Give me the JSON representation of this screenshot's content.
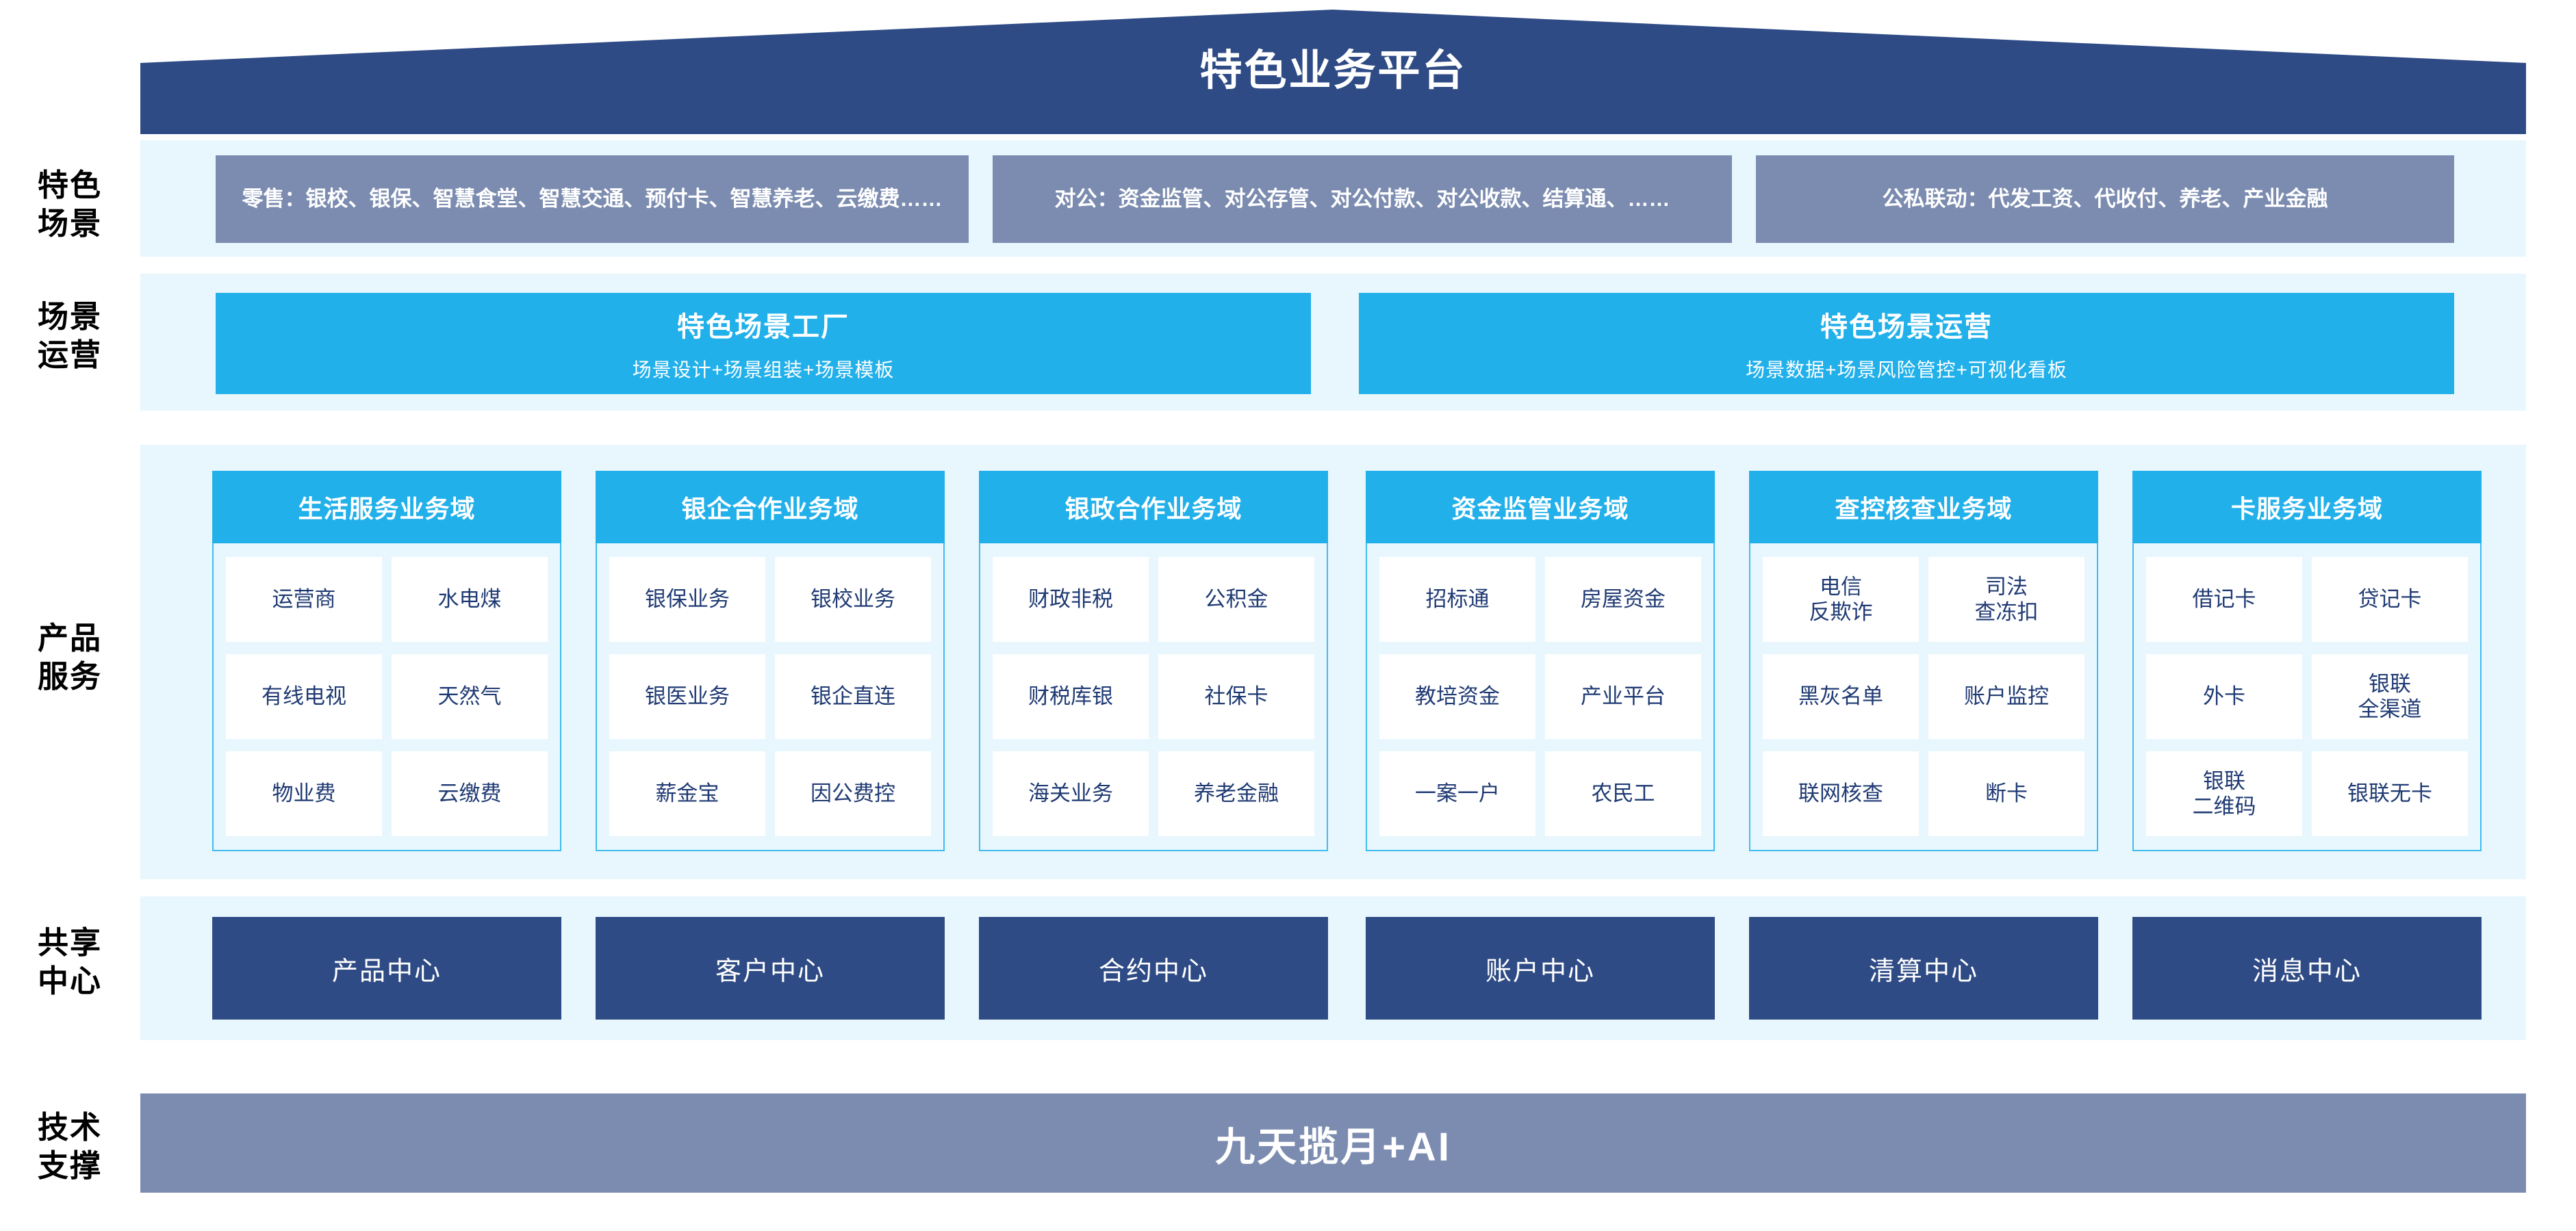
{
  "header": {
    "title": "特色业务平台",
    "fill_color": "#2f4b85"
  },
  "rail": {
    "items": [
      {
        "label": "特色\n场景"
      },
      {
        "label": "场景\n运营"
      },
      {
        "label": "产品\n服务"
      },
      {
        "label": "共享\n中心"
      },
      {
        "label": "技术\n支撑"
      }
    ]
  },
  "scene_row": {
    "band_color": "#e8f6fd",
    "box_color": "#7c8cb0",
    "boxes": [
      {
        "text": "零售：银校、银保、智慧食堂、智慧交通、预付卡、智慧养老、云缴费……"
      },
      {
        "text": "对公：资金监管、对公存管、对公付款、对公收款、结算通、……"
      },
      {
        "text": "公私联动：代发工资、代收付、养老、产业金融"
      }
    ]
  },
  "ops_row": {
    "band_color": "#e8f6fd",
    "box_color": "#22b0ea",
    "boxes": [
      {
        "title": "特色场景工厂",
        "subtitle": "场景设计+场景组装+场景模板"
      },
      {
        "title": "特色场景运营",
        "subtitle": "场景数据+场景风险管控+可视化看板"
      }
    ]
  },
  "product_row": {
    "band_color": "#e8f6fd",
    "head_color": "#22b0ea",
    "border_color": "#3fbdf0",
    "cell_color": "#ffffff",
    "cell_text_color": "#1f3a73",
    "columns": [
      {
        "title": "生活服务业务域",
        "cells": [
          "运营商",
          "水电煤",
          "有线电视",
          "天然气",
          "物业费",
          "云缴费"
        ]
      },
      {
        "title": "银企合作业务域",
        "cells": [
          "银保业务",
          "银校业务",
          "银医业务",
          "银企直连",
          "薪金宝",
          "因公费控"
        ]
      },
      {
        "title": "银政合作业务域",
        "cells": [
          "财政非税",
          "公积金",
          "财税库银",
          "社保卡",
          "海关业务",
          "养老金融"
        ]
      },
      {
        "title": "资金监管业务域",
        "cells": [
          "招标通",
          "房屋资金",
          "教培资金",
          "产业平台",
          "一案一户",
          "农民工"
        ]
      },
      {
        "title": "查控核查业务域",
        "cells": [
          "电信\n反欺诈",
          "司法\n查冻扣",
          "黑灰名单",
          "账户监控",
          "联网核查",
          "断卡"
        ]
      },
      {
        "title": "卡服务业务域",
        "cells": [
          "借记卡",
          "贷记卡",
          "外卡",
          "银联\n全渠道",
          "银联\n二维码",
          "银联无卡"
        ]
      }
    ]
  },
  "share_row": {
    "band_color": "#e8f6fd",
    "box_color": "#2f4b85",
    "boxes": [
      {
        "label": "产品中心"
      },
      {
        "label": "客户中心"
      },
      {
        "label": "合约中心"
      },
      {
        "label": "账户中心"
      },
      {
        "label": "清算中心"
      },
      {
        "label": "消息中心"
      }
    ]
  },
  "tech_row": {
    "bar_color": "#7c8cb0",
    "label": "九天揽月+AI"
  }
}
